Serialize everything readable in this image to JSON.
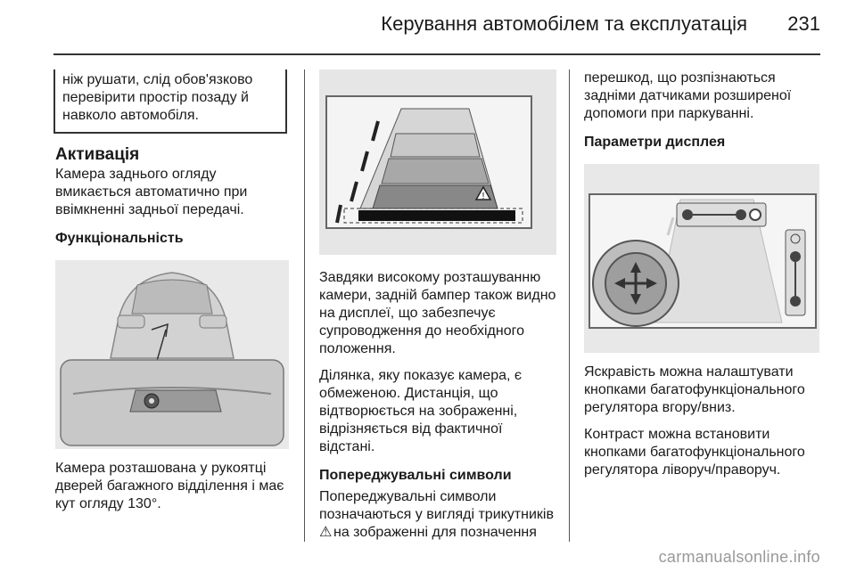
{
  "header": {
    "title": "Керування автомобілем та експлуатація",
    "page_number": "231"
  },
  "col1": {
    "box_text": "ніж рушати, слід обов'язково перевірити простір позаду й навколо автомобіля.",
    "h_activation": "Активація",
    "p_activation": "Камера заднього огляду вмикається автоматично при ввімкненні задньої передачі.",
    "h_functionality": "Функціональність",
    "p_camera": "Камера розташована у рукоятці дверей багажного відділення і має кут огляду 130°."
  },
  "col2": {
    "p_view": "Завдяки високому розташуванню камери, задній бампер також видно на дисплеї, що забезпечує супроводження до необхідного положення.",
    "p_area": "Ділянка, яку показує камера, є обмеженою. Дистанція, що відтворюється на зображенні, відрізняється від фактичної відстані.",
    "h_warning": "Попереджувальні символи",
    "p_warning_a": "Попереджувальні символи позначаються у вигляді трикутників",
    "p_warning_b": "на зображенні для позначення"
  },
  "col3": {
    "p_obstacles": "перешкод, що розпізнаються задніми датчиками розширеної допомоги при паркуванні.",
    "h_display": "Параметри дисплея",
    "p_brightness": "Яскравість можна налаштувати кнопками багатофункціонального регулятора вгору/вниз.",
    "p_contrast": "Контраст можна встановити кнопками багатофункціонального регулятора ліворуч/праворуч."
  },
  "footer": {
    "watermark": "carmanualsonline.info"
  }
}
